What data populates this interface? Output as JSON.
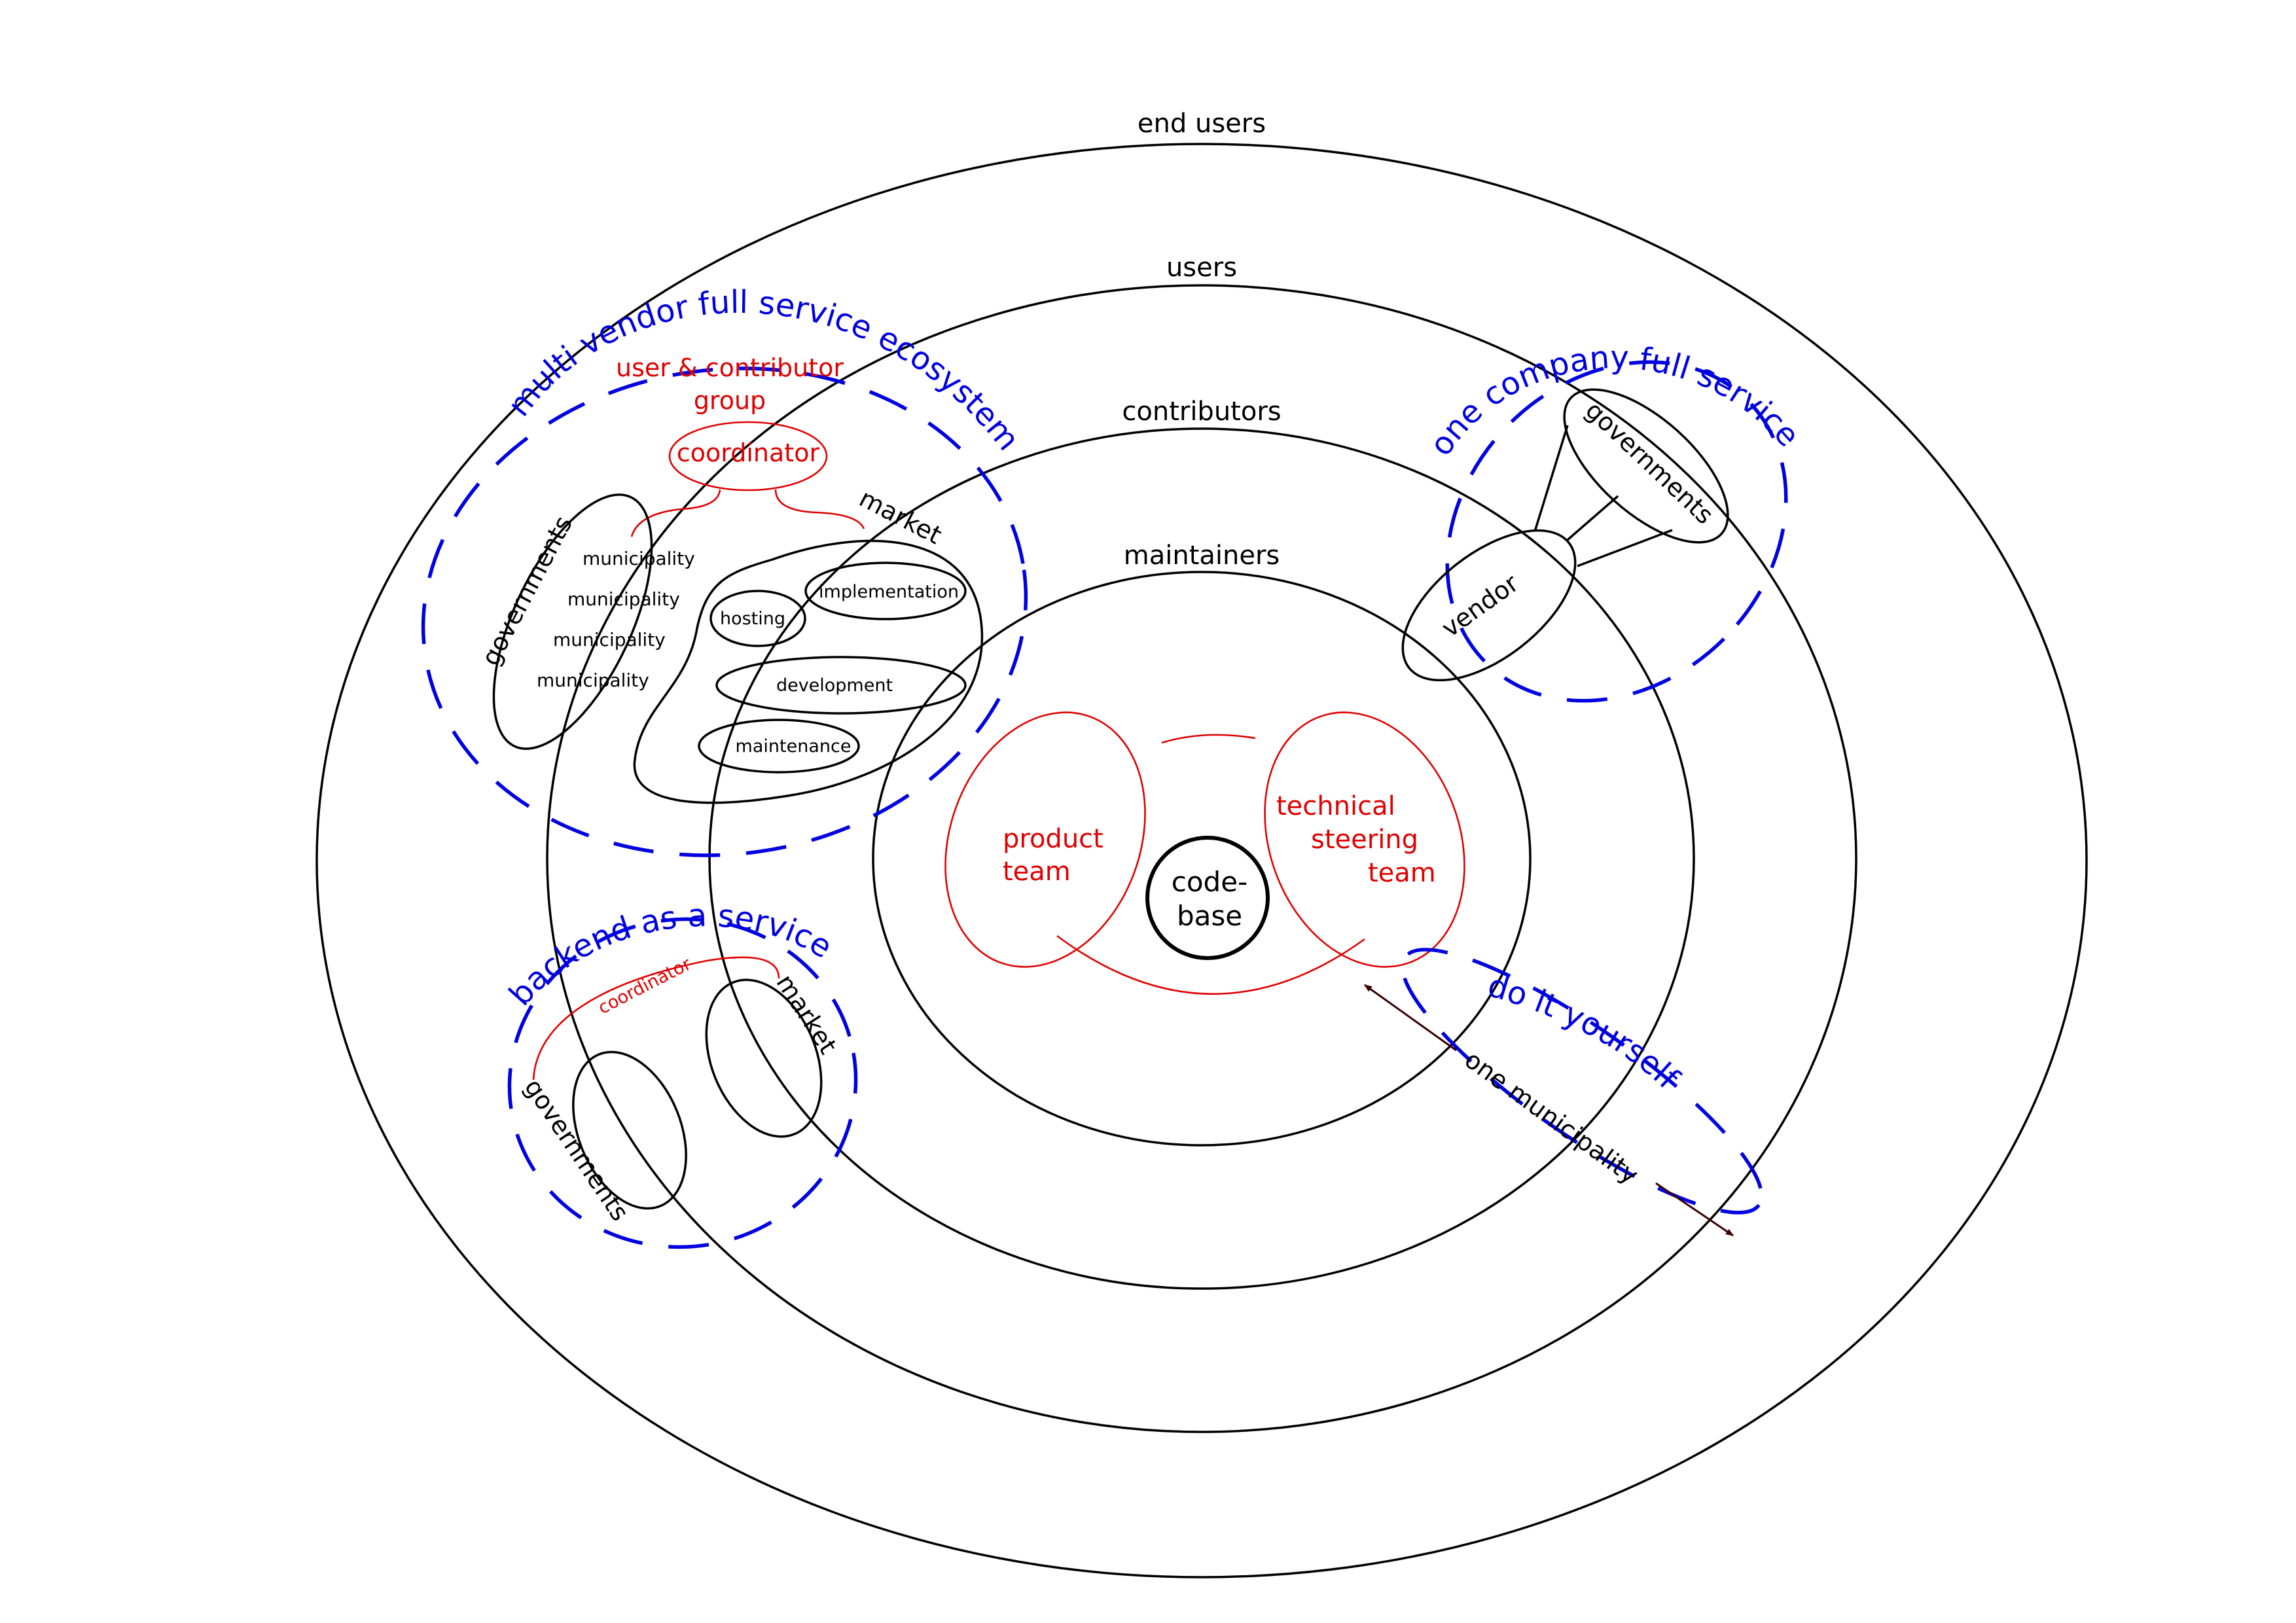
{
  "rings": {
    "end_users": "end users",
    "users": "users",
    "contributors": "contributors",
    "maintainers": "maintainers"
  },
  "core": {
    "codebase_line1": "code-",
    "codebase_line2": "base",
    "product_team_line1": "product",
    "product_team_line2": "team",
    "tsc_line1": "technical",
    "tsc_line2": "steering",
    "tsc_line3": "team"
  },
  "multi_vendor": {
    "title": "multi vendor full service ecosystem",
    "group_line1": "user & contributor",
    "group_line2": "group",
    "coordinator": "coordinator",
    "governments": "governments",
    "municipalities": [
      "municipality",
      "municipality",
      "municipality",
      "municipality"
    ],
    "market": "market",
    "hosting": "hosting",
    "implementation": "implementation",
    "development": "development",
    "maintenance": "maintenance"
  },
  "one_company": {
    "title": "one company full service",
    "governments": "governments",
    "vendor": "vendor"
  },
  "backend": {
    "title": "backend as a service",
    "coordinator": "coordinator",
    "governments": "governments",
    "market": "market"
  },
  "diy": {
    "title": "do it yourself",
    "one_municipality": "one municipality"
  },
  "colors": {
    "structure": "#000000",
    "governance": "#e00000",
    "models": "#0000e0",
    "arrow": "#3a0000"
  }
}
